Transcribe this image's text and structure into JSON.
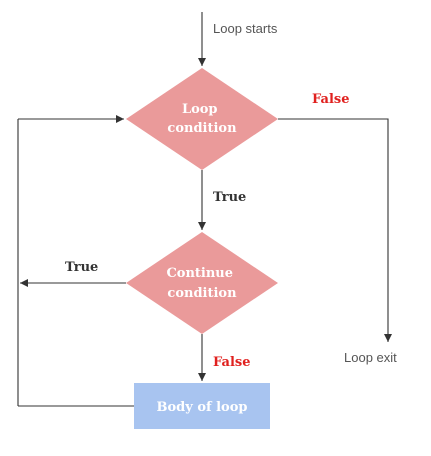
{
  "labels": {
    "loop_starts": "Loop starts",
    "loop_exit": "Loop exit",
    "true_1": "True",
    "true_2": "True",
    "false_1": "False",
    "false_2": "False"
  },
  "nodes": {
    "loop_condition": [
      "Loop",
      "condition"
    ],
    "continue_condition": [
      "Continue",
      "condition"
    ],
    "body": "Body of  loop"
  },
  "colors": {
    "diamond_fill": "#ea9a9a",
    "box_fill": "#a8c4f0",
    "true_text": "#333333",
    "false_text": "#e0201e",
    "line": "#333333"
  }
}
